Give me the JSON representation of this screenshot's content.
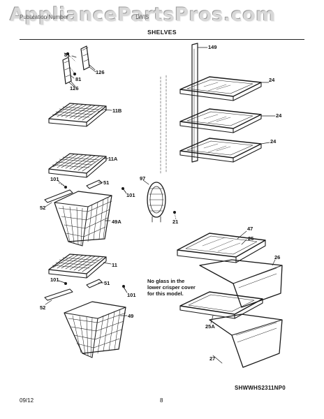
{
  "watermark": "AppliancePartsPros.com",
  "header": {
    "left_text": "Publication Number",
    "right_text": "LWIS",
    "section_title": "SHELVES"
  },
  "callouts": {
    "c81_top": "81",
    "c126_top": "126",
    "c81_mid": "81",
    "c126_bot": "126",
    "c11B": "11B",
    "c11A": "11A",
    "c101_a": "101",
    "c51_a": "51",
    "c101_b": "101",
    "c52_a": "52",
    "c49A": "49A",
    "c11": "11",
    "c101_c": "101",
    "c51_b": "51",
    "c101_d": "101",
    "c52_b": "52",
    "c49": "49",
    "c149": "149",
    "c24_a": "24",
    "c24_b": "24",
    "c24_c": "24",
    "c97": "97",
    "c21": "21",
    "c47": "47",
    "c25": "25",
    "c26": "26",
    "c25A": "25A",
    "c27": "27"
  },
  "note": "No glass in the\nlower crisper cover\nfor this model.",
  "model_id": "SHWWHS2311NP0",
  "footer": {
    "date": "09/12",
    "page": "8"
  }
}
